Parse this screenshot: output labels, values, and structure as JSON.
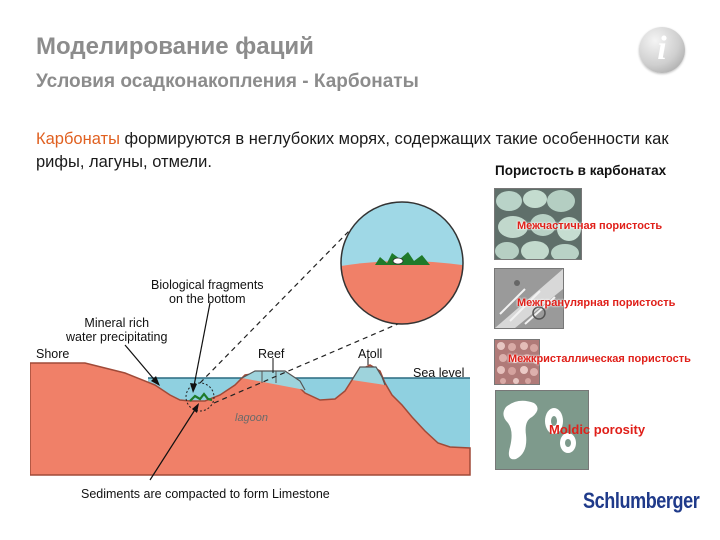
{
  "header": {
    "title": "Моделирование фаций",
    "subtitle": "Условия осадконакопления - Карбонаты"
  },
  "info_icon": {
    "glyph": "i",
    "icon": "info-icon"
  },
  "intro": {
    "highlight": "Карбонаты",
    "rest": " формируются в неглубоких морях, содержащих такие особенности как рифы, лагуны, отмели."
  },
  "diagram": {
    "labels": {
      "biological": "Biological fragments\non the bottom",
      "mineral": "Mineral rich\nwater precipitating",
      "shore": "Shore",
      "reef": "Reef",
      "atoll": "Atoll",
      "sea_level": "Sea level",
      "lagoon": "lagoon",
      "sediments": "Sediments are compacted to form Limestone"
    }
  },
  "porosity": {
    "title": "Пористость в карбонатах",
    "items": [
      {
        "label": "Межчастичная пористость"
      },
      {
        "label": "Межгранулярная пористость"
      },
      {
        "label": "Межкристаллическая пористость"
      },
      {
        "label": "Moldic porosity"
      }
    ]
  },
  "footer": {
    "logo": "Schlumberger"
  },
  "colors": {
    "title_gray": "#8c8c8c",
    "accent_orange": "#e06020",
    "rock": "#f08068",
    "water": "#8fd0e0",
    "label_red": "#e0201a",
    "logo_blue": "#1f3a8a"
  }
}
